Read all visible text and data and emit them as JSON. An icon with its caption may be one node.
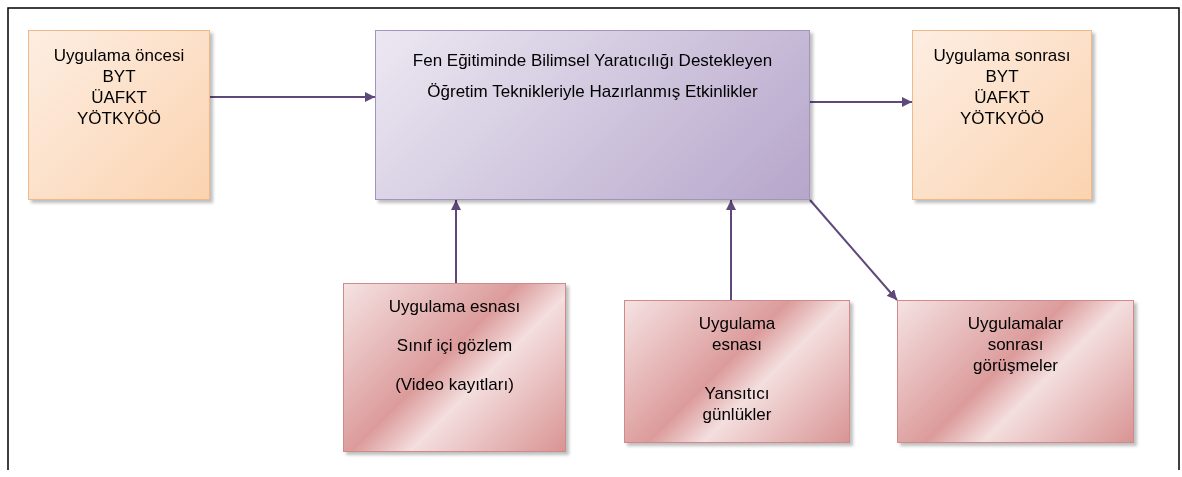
{
  "diagram": {
    "nodes": [
      {
        "text": [
          "Uygulama öncesi",
          "BYT",
          "ÜAFKT",
          "YÖTKYÖÖ"
        ]
      },
      {
        "text": [
          "Fen Eğitiminde Bilimsel Yaratıcılığı Destekleyen Öğretim Teknikleriyle Hazırlanmış Etkinlikler"
        ]
      },
      {
        "text": [
          "Uygulama sonrası",
          "BYT",
          "ÜAFKT",
          "YÖTKYÖÖ"
        ]
      },
      {
        "text": [
          "Uygulama esnası",
          "Sınıf içi gözlem",
          "(Video kayıtları)"
        ]
      },
      {
        "text": [
          "Uygulama esnası",
          "Yansıtıcı günlükler"
        ]
      },
      {
        "text": [
          "Uygulamalar sonrası görüşmeler"
        ]
      }
    ],
    "edges": [
      {
        "from": 0,
        "to": 1,
        "arrow": "to"
      },
      {
        "from": 1,
        "to": 2,
        "arrow": "to"
      },
      {
        "from": 3,
        "to": 1,
        "arrow": "to"
      },
      {
        "from": 4,
        "to": 1,
        "arrow": "to"
      },
      {
        "from": 1,
        "to": 5,
        "arrow": "to"
      }
    ]
  }
}
